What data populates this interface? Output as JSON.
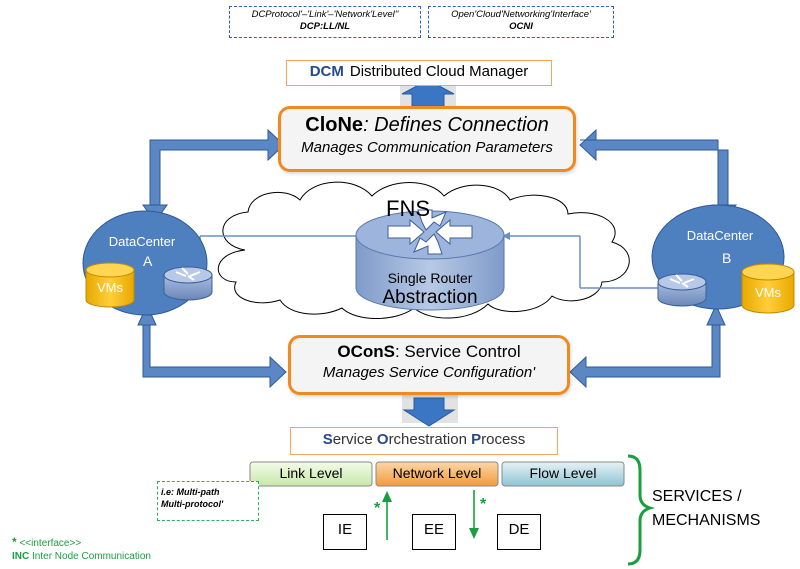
{
  "top_interfaces": {
    "dcp": {
      "line1": "DCProtocol'–'Link'–'Network'Level''",
      "line2": "DCP:LL/NL"
    },
    "ocni": {
      "line1": "Open'Cloud'Networking'Interface'",
      "line2": "OCNI"
    }
  },
  "dcm": {
    "acronym": "DCM",
    "name": "Distributed Cloud Manager"
  },
  "clone": {
    "title_bold": "CloNe",
    "title_rest": ": Defines Connection",
    "subtitle": "Manages Communication Parameters"
  },
  "fns": {
    "label": "FNS",
    "router_line1": "Single Router",
    "router_line2": "Abstraction"
  },
  "datacenter_a": {
    "label": "DataCenter",
    "letter": "A",
    "vms": "VMs"
  },
  "datacenter_b": {
    "label": "DataCenter",
    "letter": "B",
    "vms": "VMs"
  },
  "ocons": {
    "title_bold": "OConS",
    "title_rest": ": Service Control",
    "subtitle": "Manages Service Configuration'"
  },
  "sop": {
    "s": "S",
    "ervice": "ervice ",
    "o": "O",
    "rchestration": "rchestration ",
    "p": "P",
    "rocess": "rocess"
  },
  "levels": [
    "Link Level",
    "Network Level",
    "Flow Level"
  ],
  "mechanisms": [
    "IE",
    "EE",
    "DE"
  ],
  "multipath": {
    "line1": "i.e: Multi-path",
    "line2": "Multi-protocol'"
  },
  "star": "*",
  "services": {
    "line1": "SERVICES /",
    "line2": "MECHANISMS"
  },
  "legend": {
    "interface_star": "*",
    "interface_text": "<<interface>>",
    "inc_acr": "INC",
    "inc_text": "Inter Node Communication"
  },
  "colors": {
    "orange": "#f08a1e",
    "blue_arrow": "#3a6fb5",
    "datacenter_blue": "#4e7fbf",
    "vm_yellow": "#f2b705",
    "green": "#1a9e3f"
  }
}
